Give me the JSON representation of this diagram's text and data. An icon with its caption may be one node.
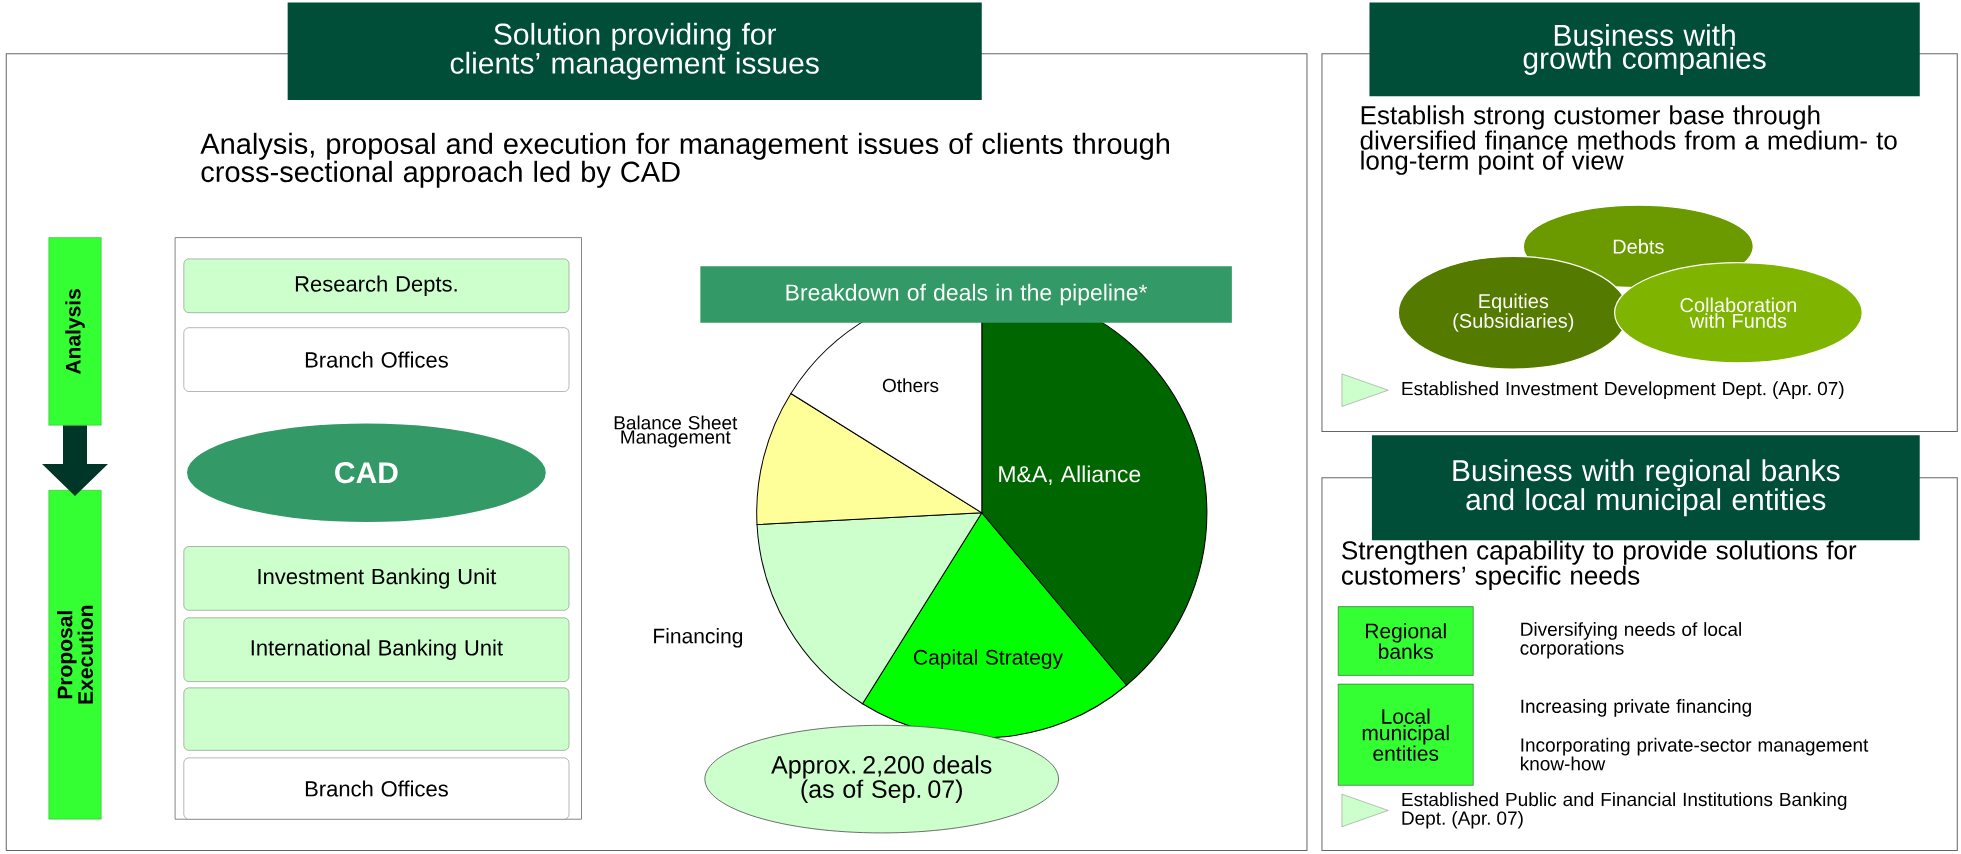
{
  "diagram": {
    "nodes": [
      {
        "text": [
          "Solution providing for clients’ management issues",
          "Analysis, proposal and execution for management issues of clients through cross-sectional approach led by CAD"
        ]
      },
      {
        "text": [
          "Analysis"
        ],
        "in": 0
      },
      {
        "text": [
          "Proposal Execution"
        ],
        "in": 0
      },
      {
        "text": [
          "Research Depts."
        ],
        "in": 0
      },
      {
        "text": [
          "Branch Offices"
        ],
        "in": 0
      },
      {
        "text": [
          "CAD"
        ],
        "in": 0
      },
      {
        "text": [
          "Investment Banking Unit"
        ],
        "in": 0
      },
      {
        "text": [
          "International Banking Unit"
        ],
        "in": 0
      },
      {
        "text": [],
        "shape": "box",
        "in": 0
      },
      {
        "text": [
          "Branch Offices"
        ],
        "in": 0
      },
      {
        "text": [
          "Breakdown of deals in the pipeline*"
        ],
        "in": 0
      },
      {
        "text": [
          "Approx. 2,200 deals (as of Sep. 07)"
        ],
        "in": 0
      },
      {
        "text": [
          "Business with growth companies",
          "Establish strong customer base through diversified finance methods from a medium- to long-term point of view"
        ]
      },
      {
        "text": [
          "Debts"
        ],
        "in": 12
      },
      {
        "text": [
          "Equities (Subsidiaries)"
        ],
        "in": 12
      },
      {
        "text": [
          "Collaboration with Funds"
        ],
        "in": 12
      },
      {
        "text": [
          "Business with regional banks and local municipal entities",
          "Strengthen capability to provide solutions for customers’ specific needs"
        ]
      },
      {
        "text": [
          "Regional banks"
        ],
        "in": 16,
        "beside": [
          "Diversifying needs of  local corporations"
        ]
      },
      {
        "text": [
          "Local municipal entities"
        ],
        "in": 16,
        "beside": [
          "Increasing private financing",
          "Incorporating private-sector management know-how"
        ]
      }
    ],
    "edges": [
      {
        "from": 1,
        "to": 2,
        "arrow": "to"
      }
    ],
    "labels": [
      "Balance Sheet Management",
      "Others",
      "M&A, Alliance",
      "Financing",
      "Capital Strategy",
      "Established Investment Development Dept. (Apr. 07)",
      "Established Public and Financial Institutions Banking Dept. (Apr. 07)"
    ]
  }
}
